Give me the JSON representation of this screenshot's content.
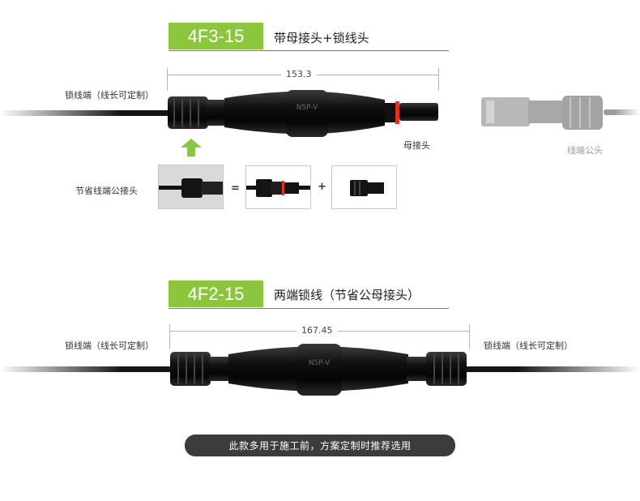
{
  "section1": {
    "model": "4F3-15",
    "title": "带母接头+锁线头",
    "dimension": "153.3",
    "left_label": "锁线端（线长可定制）",
    "female_label": "母接头",
    "male_label": "线端公头",
    "combo_label": "节省线端公接头",
    "equals": "=",
    "plus": "+"
  },
  "section2": {
    "model": "4F2-15",
    "title": "两端锁线（节省公母接头）",
    "dimension": "167.45",
    "left_label": "锁线端（线长可定制）",
    "right_label": "锁线端（线长可定制）"
  },
  "footer": {
    "note": "此款多用于施工前，方案定制时推荐选用"
  },
  "product_marking": "N5P-V",
  "colors": {
    "accent": "#8cc63f",
    "connector_body": "#141414",
    "seal_ring": "#e0302a",
    "footer_bg": "#3c3c3c"
  }
}
